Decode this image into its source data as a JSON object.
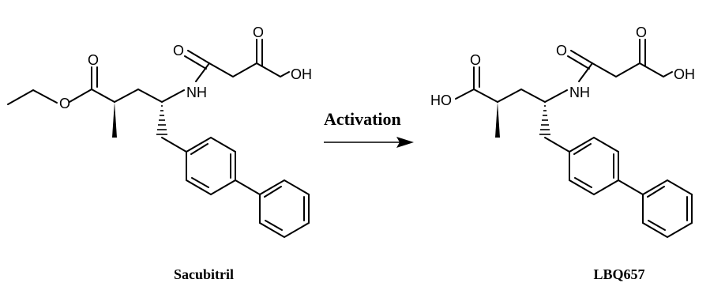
{
  "reaction": {
    "reactant_name": "Sacubitril",
    "product_name": "LBQ657",
    "step_label": "Activation"
  },
  "atom_labels": {
    "oxygen": "O",
    "amide_nh": "NH",
    "hydroxyl_right": "OH",
    "hydroxyl_left": "HO"
  },
  "colors": {
    "ink": "#000000",
    "background": "#ffffff"
  }
}
